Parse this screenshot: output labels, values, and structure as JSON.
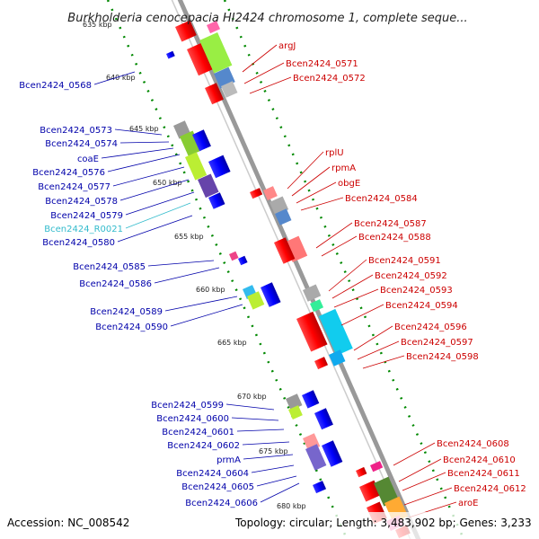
{
  "title": "Burkholderia cenocepacia HI2424 chromosome 1, complete seque...",
  "accession": "Accession: NC_008542",
  "topology": "Topology: circular; Length: 3,483,902 bp; Genes: 3,233",
  "colors": {
    "forward_label": "#cc0000",
    "reverse_label": "#0000aa",
    "rna_label": "#33bbcc",
    "backbone": "#999999",
    "tick": "#008800"
  },
  "kbp_ticks": [
    "635 kbp",
    "640 kbp",
    "645 kbp",
    "650 kbp",
    "655 kbp",
    "660 kbp",
    "665 kbp",
    "670 kbp",
    "675 kbp",
    "680 kbp"
  ],
  "left_labels": [
    {
      "text": "Bcen2424_0568",
      "kind": "reverse"
    },
    {
      "text": "Bcen2424_0573",
      "kind": "reverse"
    },
    {
      "text": "Bcen2424_0574",
      "kind": "reverse"
    },
    {
      "text": "coaE",
      "kind": "reverse"
    },
    {
      "text": "Bcen2424_0576",
      "kind": "reverse"
    },
    {
      "text": "Bcen2424_0577",
      "kind": "reverse"
    },
    {
      "text": "Bcen2424_0578",
      "kind": "reverse"
    },
    {
      "text": "Bcen2424_0579",
      "kind": "reverse"
    },
    {
      "text": "Bcen2424_R0021",
      "kind": "rna"
    },
    {
      "text": "Bcen2424_0580",
      "kind": "reverse"
    },
    {
      "text": "Bcen2424_0585",
      "kind": "reverse"
    },
    {
      "text": "Bcen2424_0586",
      "kind": "reverse"
    },
    {
      "text": "Bcen2424_0589",
      "kind": "reverse"
    },
    {
      "text": "Bcen2424_0590",
      "kind": "reverse"
    },
    {
      "text": "Bcen2424_0599",
      "kind": "reverse"
    },
    {
      "text": "Bcen2424_0600",
      "kind": "reverse"
    },
    {
      "text": "Bcen2424_0601",
      "kind": "reverse"
    },
    {
      "text": "Bcen2424_0602",
      "kind": "reverse"
    },
    {
      "text": "prmA",
      "kind": "reverse"
    },
    {
      "text": "Bcen2424_0604",
      "kind": "reverse"
    },
    {
      "text": "Bcen2424_0605",
      "kind": "reverse"
    },
    {
      "text": "Bcen2424_0606",
      "kind": "reverse"
    }
  ],
  "right_labels": [
    {
      "text": "argJ",
      "kind": "forward"
    },
    {
      "text": "Bcen2424_0571",
      "kind": "forward"
    },
    {
      "text": "Bcen2424_0572",
      "kind": "forward"
    },
    {
      "text": "rplU",
      "kind": "forward"
    },
    {
      "text": "rpmA",
      "kind": "forward"
    },
    {
      "text": "obgE",
      "kind": "forward"
    },
    {
      "text": "Bcen2424_0584",
      "kind": "forward"
    },
    {
      "text": "Bcen2424_0587",
      "kind": "forward"
    },
    {
      "text": "Bcen2424_0588",
      "kind": "forward"
    },
    {
      "text": "Bcen2424_0591",
      "kind": "forward"
    },
    {
      "text": "Bcen2424_0592",
      "kind": "forward"
    },
    {
      "text": "Bcen2424_0593",
      "kind": "forward"
    },
    {
      "text": "Bcen2424_0594",
      "kind": "forward"
    },
    {
      "text": "Bcen2424_0596",
      "kind": "forward"
    },
    {
      "text": "Bcen2424_0597",
      "kind": "forward"
    },
    {
      "text": "Bcen2424_0598",
      "kind": "forward"
    },
    {
      "text": "Bcen2424_0608",
      "kind": "forward"
    },
    {
      "text": "Bcen2424_0610",
      "kind": "forward"
    },
    {
      "text": "Bcen2424_0611",
      "kind": "forward"
    },
    {
      "text": "Bcen2424_0612",
      "kind": "forward"
    },
    {
      "text": "aroE",
      "kind": "forward"
    }
  ]
}
